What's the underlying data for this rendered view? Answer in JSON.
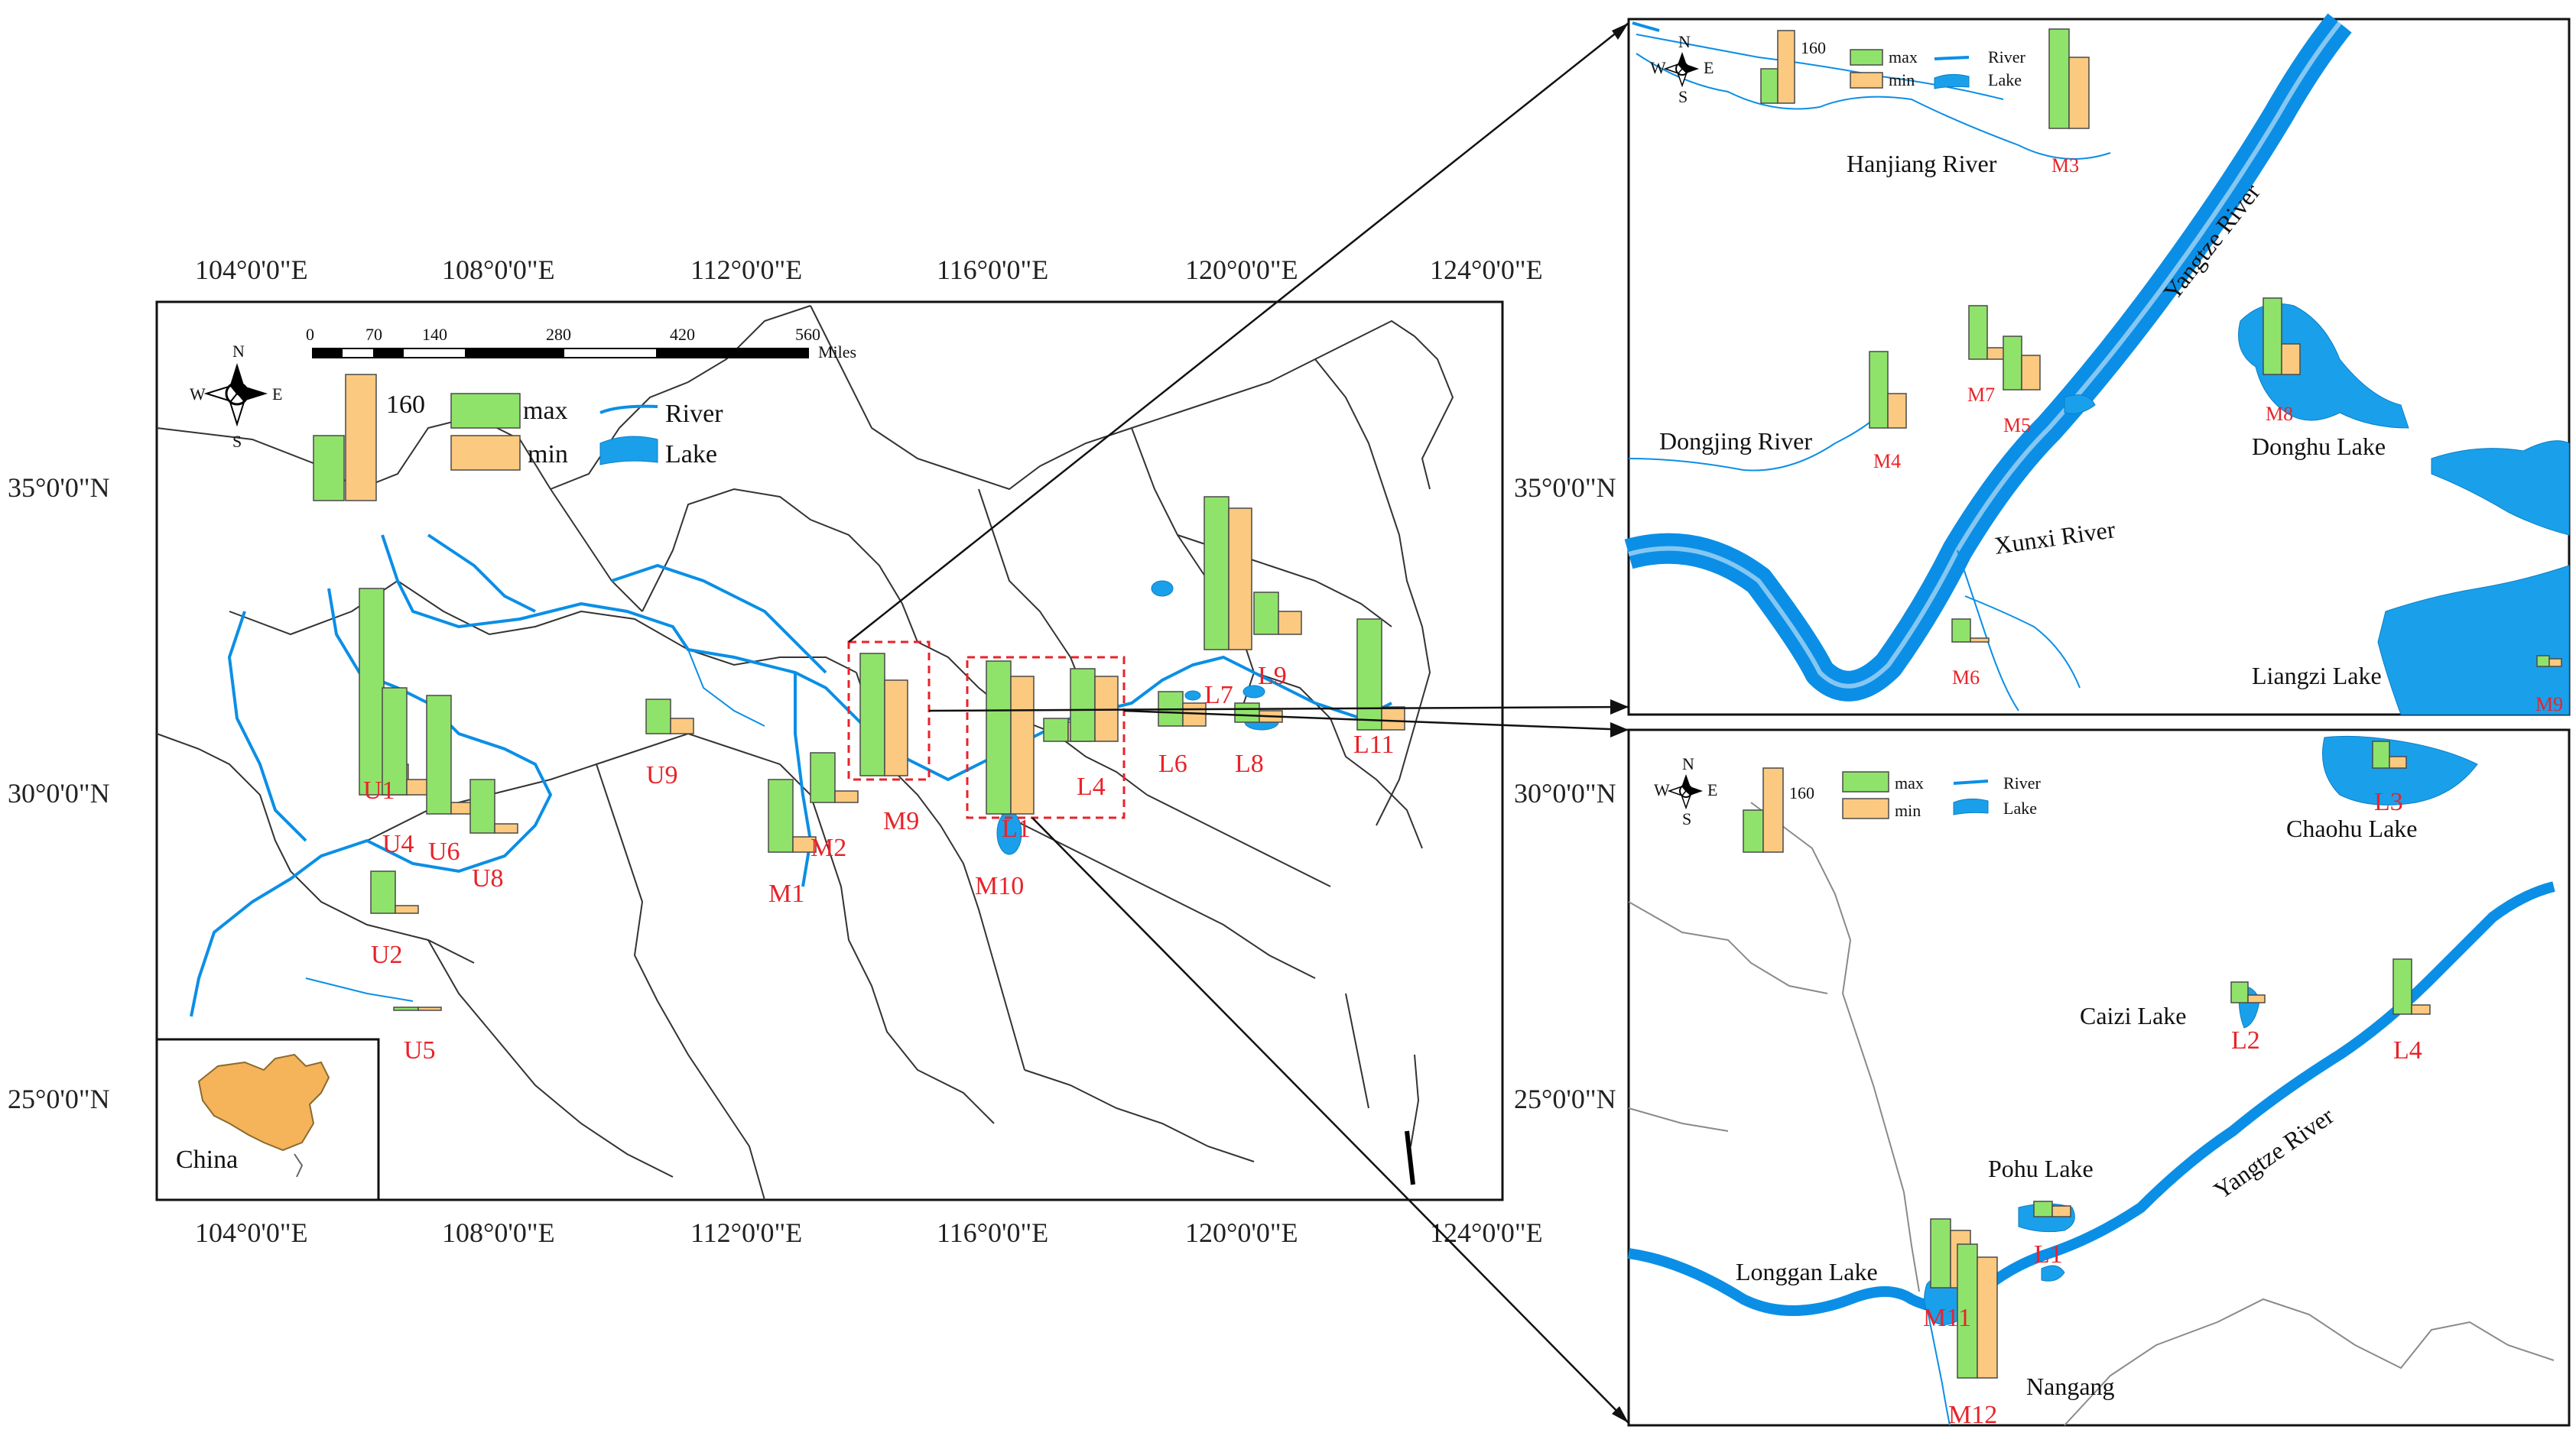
{
  "main_map": {
    "top_lon_labels": [
      "104°0'0\"E",
      "108°0'0\"E",
      "112°0'0\"E",
      "116°0'0\"E",
      "120°0'0\"E",
      "124°0'0\"E"
    ],
    "bottom_lon_labels": [
      "104°0'0\"E",
      "108°0'0\"E",
      "112°0'0\"E",
      "116°0'0\"E",
      "120°0'0\"E",
      "124°0'0\"E"
    ],
    "left_lat_labels": [
      "35°0'0\"N",
      "30°0'0\"N",
      "25°0'0\"N"
    ],
    "right_lat_labels": [
      "35°0'0\"N",
      "30°0'0\"N",
      "25°0'0\"N"
    ],
    "scale_ticks": [
      "0",
      "70",
      "140",
      "280",
      "420",
      "560"
    ],
    "scale_unit": "Miles",
    "compass": {
      "n": "N",
      "s": "S",
      "w": "W",
      "e": "E"
    },
    "legend": {
      "value": "160",
      "max_label": "max",
      "min_label": "min",
      "river_label": "River",
      "lake_label": "Lake"
    },
    "inset_china_label": "China",
    "sites": [
      "U1",
      "U2",
      "U4",
      "U5",
      "U6",
      "U8",
      "U9",
      "M1",
      "M2",
      "M9",
      "M10",
      "L1",
      "L4",
      "L6",
      "L7",
      "L8",
      "L9",
      "L11"
    ]
  },
  "inset_top": {
    "compass": {
      "n": "N",
      "s": "S",
      "w": "W",
      "e": "E"
    },
    "legend": {
      "value": "160",
      "max_label": "max",
      "min_label": "min",
      "river_label": "River",
      "lake_label": "Lake"
    },
    "places": [
      "Hanjiang River",
      "Yangtze River",
      "Dongjing River",
      "Xunxi River",
      "Donghu Lake",
      "Liangzi Lake"
    ],
    "sites": [
      "M3",
      "M7",
      "M4",
      "M5",
      "M8",
      "M6",
      "M9"
    ]
  },
  "inset_bottom": {
    "compass": {
      "n": "N",
      "s": "S",
      "w": "W",
      "e": "E"
    },
    "legend": {
      "value": "160",
      "max_label": "max",
      "min_label": "min",
      "river_label": "River",
      "lake_label": "Lake"
    },
    "places": [
      "Chaohu Lake",
      "Caizi Lake",
      "Yangtze River",
      "Pohu Lake",
      "Longgan Lake",
      "Nangang"
    ],
    "sites": [
      "L3",
      "L2",
      "L4",
      "L1",
      "M11",
      "M12"
    ]
  },
  "colors": {
    "max": "#90e36a",
    "min": "#fbc97f",
    "river": "#0b8fe6",
    "lake": "#1aa0ea",
    "site_label": "#e8232a",
    "zoom_box": "#e8232a"
  }
}
